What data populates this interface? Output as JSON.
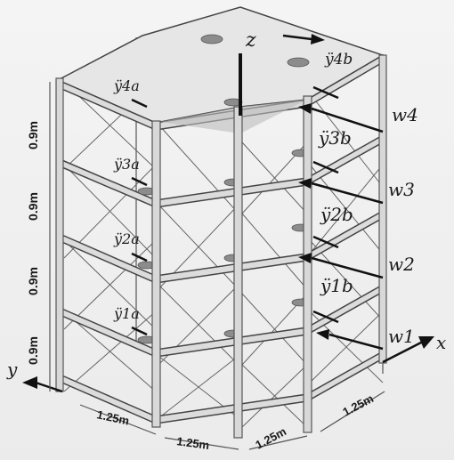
{
  "labels": {
    "z": "z",
    "x": "x",
    "y": "y",
    "a4": "ÿ4a",
    "a3": "ÿ3a",
    "a2": "ÿ2a",
    "a1": "ÿ1a",
    "b4": "ÿ4b",
    "b3": "ÿ3b",
    "b2": "ÿ2b",
    "b1": "ÿ1b",
    "w4": "w4",
    "w3": "w3",
    "w2": "w2",
    "w1": "w1"
  },
  "dimensions": {
    "height_4": "0.9m",
    "height_3": "0.9m",
    "height_2": "0.9m",
    "height_1": "0.9m",
    "bottom_left_1": "1.25m",
    "bottom_left_2": "1.25m",
    "bottom_right_1": "1.25m",
    "bottom_right_2": "1.25m"
  }
}
